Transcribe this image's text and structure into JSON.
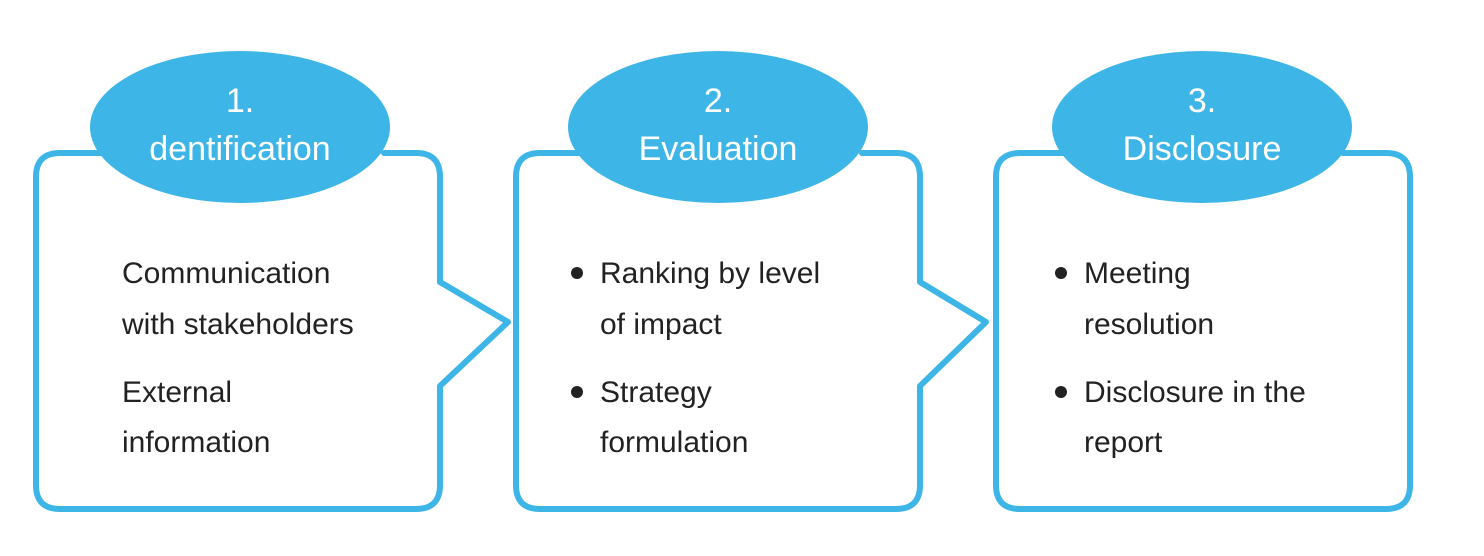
{
  "colors": {
    "accent": "#3db5e6",
    "text": "#222222",
    "background": "#ffffff"
  },
  "steps": [
    {
      "number": "1.",
      "title": "dentification",
      "bulleted": false,
      "items": [
        {
          "lines": [
            "Communication",
            "with stakeholders"
          ]
        },
        {
          "lines": [
            "External",
            "information"
          ]
        }
      ]
    },
    {
      "number": "2.",
      "title": "Evaluation",
      "bulleted": true,
      "items": [
        {
          "lines": [
            "Ranking by level",
            "of impact"
          ]
        },
        {
          "lines": [
            "Strategy",
            "formulation"
          ]
        }
      ]
    },
    {
      "number": "3.",
      "title": "Disclosure",
      "bulleted": true,
      "items": [
        {
          "lines": [
            "Meeting",
            "resolution"
          ]
        },
        {
          "lines": [
            "Disclosure in the",
            "report"
          ]
        }
      ]
    }
  ]
}
